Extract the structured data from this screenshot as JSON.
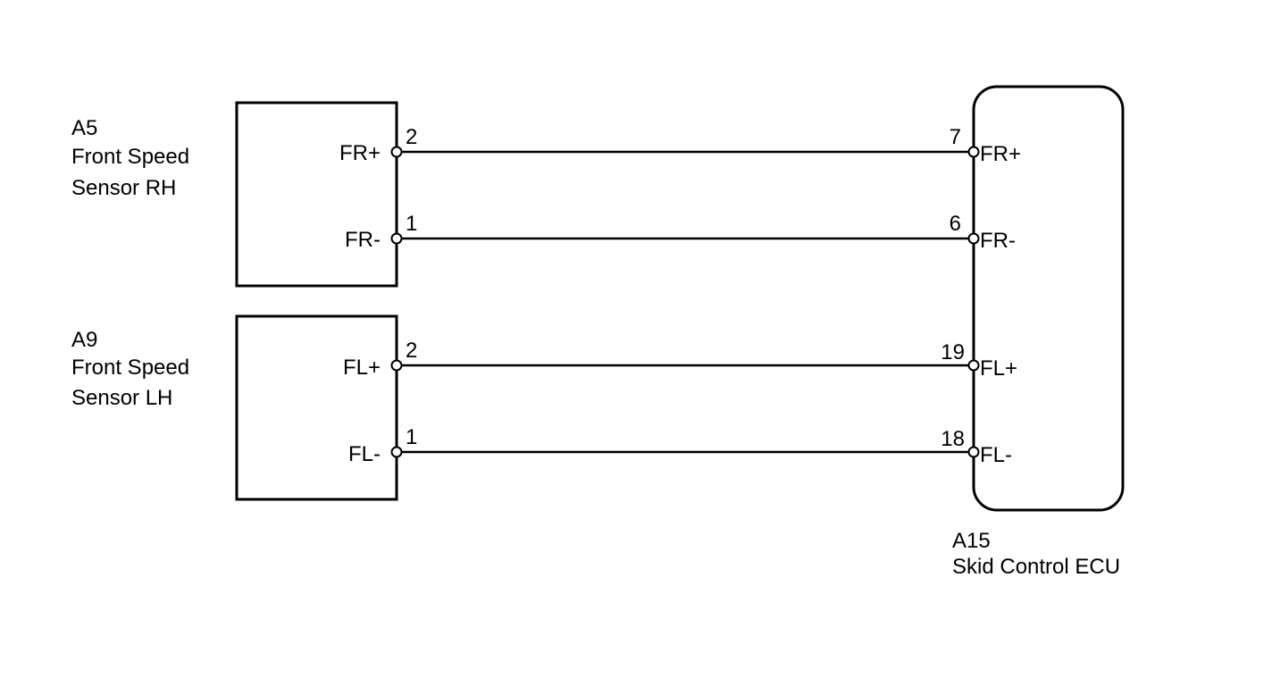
{
  "components": {
    "a5": {
      "id": "A5",
      "line1": "Front Speed",
      "line2": "Sensor RH"
    },
    "a9": {
      "id": "A9",
      "line1": "Front Speed",
      "line2": "Sensor LH"
    },
    "a15": {
      "id": "A15",
      "name": "Skid Control ECU"
    }
  },
  "wires": [
    {
      "left_signal": "FR+",
      "left_pin": "2",
      "right_pin": "7",
      "right_signal": "FR+"
    },
    {
      "left_signal": "FR-",
      "left_pin": "1",
      "right_pin": "6",
      "right_signal": "FR-"
    },
    {
      "left_signal": "FL+",
      "left_pin": "2",
      "right_pin": "19",
      "right_signal": "FL+"
    },
    {
      "left_signal": "FL-",
      "left_pin": "1",
      "right_pin": "18",
      "right_signal": "FL-"
    }
  ],
  "colors": {
    "line": "#000000",
    "background": "#ffffff"
  }
}
